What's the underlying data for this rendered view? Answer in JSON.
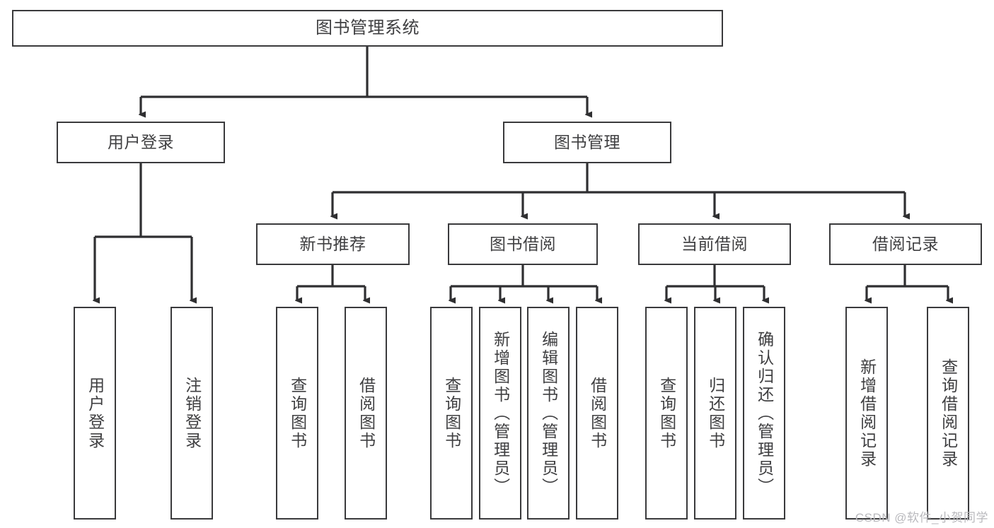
{
  "diagram": {
    "type": "tree-hierarchy",
    "title": "图书管理系统",
    "orientation": "top-down",
    "colors": {
      "background": "#ffffff",
      "node_border": "#3a3a3c",
      "node_fill": "#ffffff",
      "text": "#3f3f41",
      "connector": "#2f2f31",
      "watermark": "#b9b9bd"
    },
    "watermark": "CSDN @软件_小贺同学"
  },
  "nodes": {
    "root": {
      "label": "图书管理系统"
    },
    "level2": [
      {
        "id": "user-login",
        "label": "用户登录"
      },
      {
        "id": "book-manage",
        "label": "图书管理"
      }
    ],
    "level3": [
      {
        "id": "new-book-recommend",
        "label": "新书推荐"
      },
      {
        "id": "book-borrow",
        "label": "图书借阅"
      },
      {
        "id": "current-borrow",
        "label": "当前借阅"
      },
      {
        "id": "borrow-record",
        "label": "借阅记录"
      }
    ],
    "leaves": {
      "user-login": [
        {
          "id": "login",
          "label": "用户登录"
        },
        {
          "id": "logout",
          "label": "注销登录"
        }
      ],
      "new-book-recommend": [
        {
          "id": "query-book-1",
          "label": "查询图书"
        },
        {
          "id": "borrow-book-1",
          "label": "借阅图书"
        }
      ],
      "book-borrow": [
        {
          "id": "query-book-2",
          "label": "查询图书"
        },
        {
          "id": "add-book",
          "label": "新增图书（管理员）"
        },
        {
          "id": "edit-book",
          "label": "编辑图书（管理员）"
        },
        {
          "id": "borrow-book-2",
          "label": "借阅图书"
        }
      ],
      "current-borrow": [
        {
          "id": "query-book-3",
          "label": "查询图书"
        },
        {
          "id": "return-book",
          "label": "归还图书"
        },
        {
          "id": "confirm-return",
          "label": "确认归还（管理员）"
        }
      ],
      "borrow-record": [
        {
          "id": "add-borrow-record",
          "label": "新增借阅记录"
        },
        {
          "id": "query-borrow-record",
          "label": "查询借阅记录"
        }
      ]
    }
  }
}
